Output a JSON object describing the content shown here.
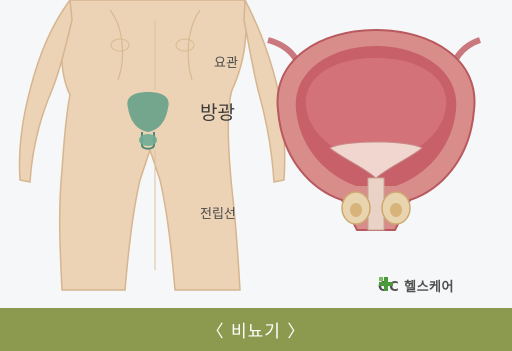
{
  "figure": {
    "labels": {
      "ureter": "요관",
      "bladder": "방광",
      "prostate": "전립선"
    },
    "logo": {
      "icon": "cross-leaf-logo-icon",
      "text": "GC 헬스케어",
      "color": "#4a9a3c"
    },
    "caption": "〈 비뇨기 〉",
    "colors": {
      "caption_bar": "#8c9a4f",
      "skin": "#ecd3b5",
      "bladder_highlight": "#5f9c86",
      "organ": "#c8606a"
    }
  }
}
